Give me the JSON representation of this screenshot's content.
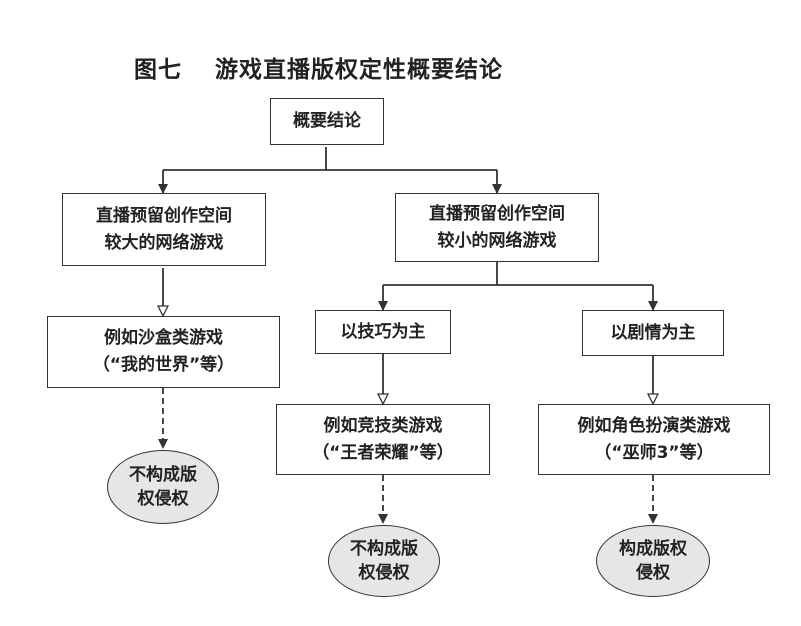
{
  "title": "图七　 游戏直播版权定性概要结论",
  "root": "概要结论",
  "left": {
    "category": [
      "直播预留创作空间",
      "较大的网络游戏"
    ],
    "example": [
      "例如沙盒类游戏",
      "（“我的世界”等）"
    ],
    "conclusion": [
      "不构成版",
      "权侵权"
    ]
  },
  "right": {
    "category": [
      "直播预留创作空间",
      "较小的网络游戏"
    ],
    "skill": {
      "label": "以技巧为主",
      "example": [
        "例如竞技类游戏",
        "（“王者荣耀”等）"
      ],
      "conclusion": [
        "不构成版",
        "权侵权"
      ]
    },
    "plot": {
      "label": "以剧情为主",
      "example": [
        "例如角色扮演类游戏",
        "（“巫师3”等）"
      ],
      "conclusion": [
        "构成版权",
        "侵权"
      ]
    }
  }
}
